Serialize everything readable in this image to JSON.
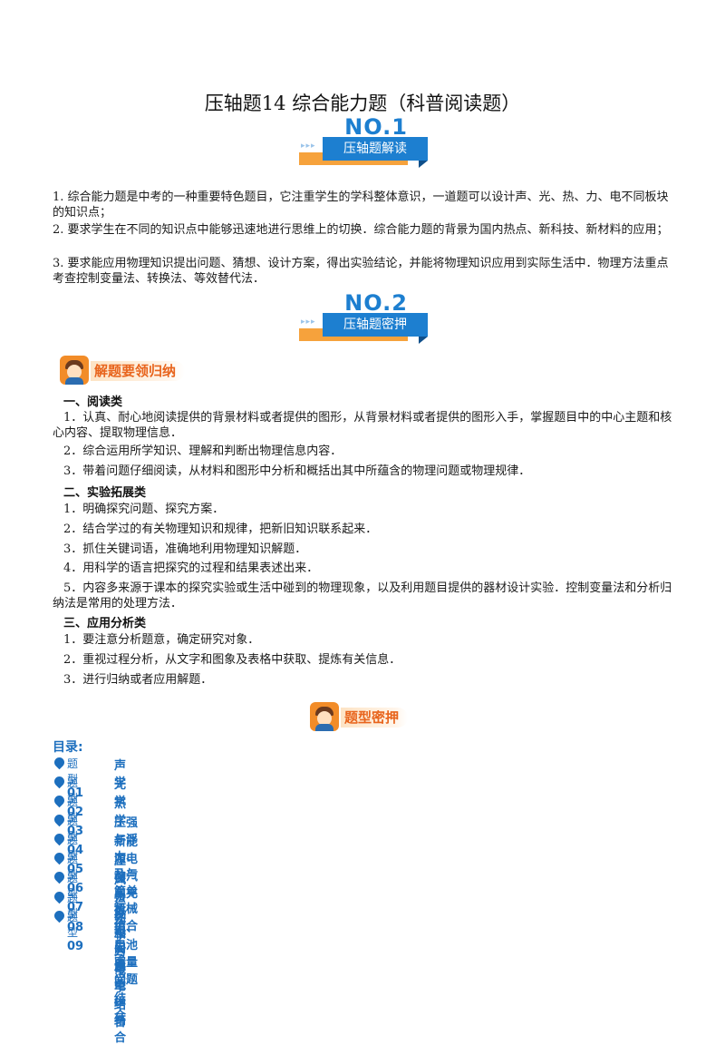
{
  "title": "压轴题14  综合能力题（科普阅读题）",
  "badge1": {
    "no": "NO.1",
    "label": "压轴题解读",
    "dots": "▸▸▸"
  },
  "badge2": {
    "no": "NO.2",
    "label": "压轴题密押",
    "dots": "▸▸▸"
  },
  "intro": [
    "1. 综合能力题是中考的一种重要特色题目，它注重学生的学科整体意识，一道题可以设计声、光、热、力、电不同板块的知识点；",
    "2. 要求学生在不同的知识点中能够迅速地进行思维上的切换．综合能力题的背景为国内热点、新科技、新材料的应用；",
    "3. 要求能应用物理知识提出问题、猜想、设计方案，得出实验结论，并能将物理知识应用到实际生活中．物理方法重点考查控制变量法、转换法、等效替代法．"
  ],
  "header1": "解题要领归纳",
  "sections": [
    {
      "heading": "一、阅读类",
      "items": [
        "1．认真、耐心地阅读提供的背景材料或者提供的图形，从背景材料或者提供的图形入手，掌握题目中的中心主题和核心内容、提取物理信息．",
        "2．综合运用所学知识、理解和判断出物理信息内容．",
        "3．带着问题仔细阅读，从材料和图形中分析和概括出其中所蕴含的物理问题或物理规律．"
      ]
    },
    {
      "heading": "二、实验拓展类",
      "items": [
        "1．明确探究问题、探究方案．",
        "2．结合学过的有关物理知识和规律，把新旧知识联系起来．",
        "3．抓住关键词语，准确地利用物理知识解题．",
        "4．用科学的语言把探究的过程和结果表述出来．",
        "5．内容多来源于课本的探究实验或生活中碰到的物理现象，以及利用题目提供的器材设计实验．控制变量法和分析归纳法是常用的处理方法．"
      ]
    },
    {
      "heading": "三、应用分析类",
      "items": [
        "1．要注意分析题意，确定研究对象．",
        "2．重视过程分析，从文字和图象及表格中获取、提炼有关信息．",
        "3．进行归纳或者应用解题．"
      ]
    }
  ],
  "header2": "题型密押",
  "toc": {
    "title": "目录:",
    "prefix": "题型",
    "items": [
      {
        "num": "01",
        "text": "声学"
      },
      {
        "num": "02",
        "text": "光学"
      },
      {
        "num": "03",
        "text": "热学"
      },
      {
        "num": "04",
        "text": "压强与浮力、及与简单机械结合"
      },
      {
        "num": "05",
        "text": "新能源电动汽车充放电、电池容量问题"
      },
      {
        "num": "06",
        "text": "压强与浮力与电学结合"
      },
      {
        "num": "07",
        "text": "风力发电问题"
      },
      {
        "num": "08",
        "text": "运动和力与电学结合"
      },
      {
        "num": "09",
        "text": "光学与电学结合"
      }
    ]
  },
  "colors": {
    "accent_blue": "#1d7fd0",
    "accent_orange": "#f6a23c",
    "toc_blue": "#1d6fbe",
    "header_orange": "#e8641c"
  }
}
